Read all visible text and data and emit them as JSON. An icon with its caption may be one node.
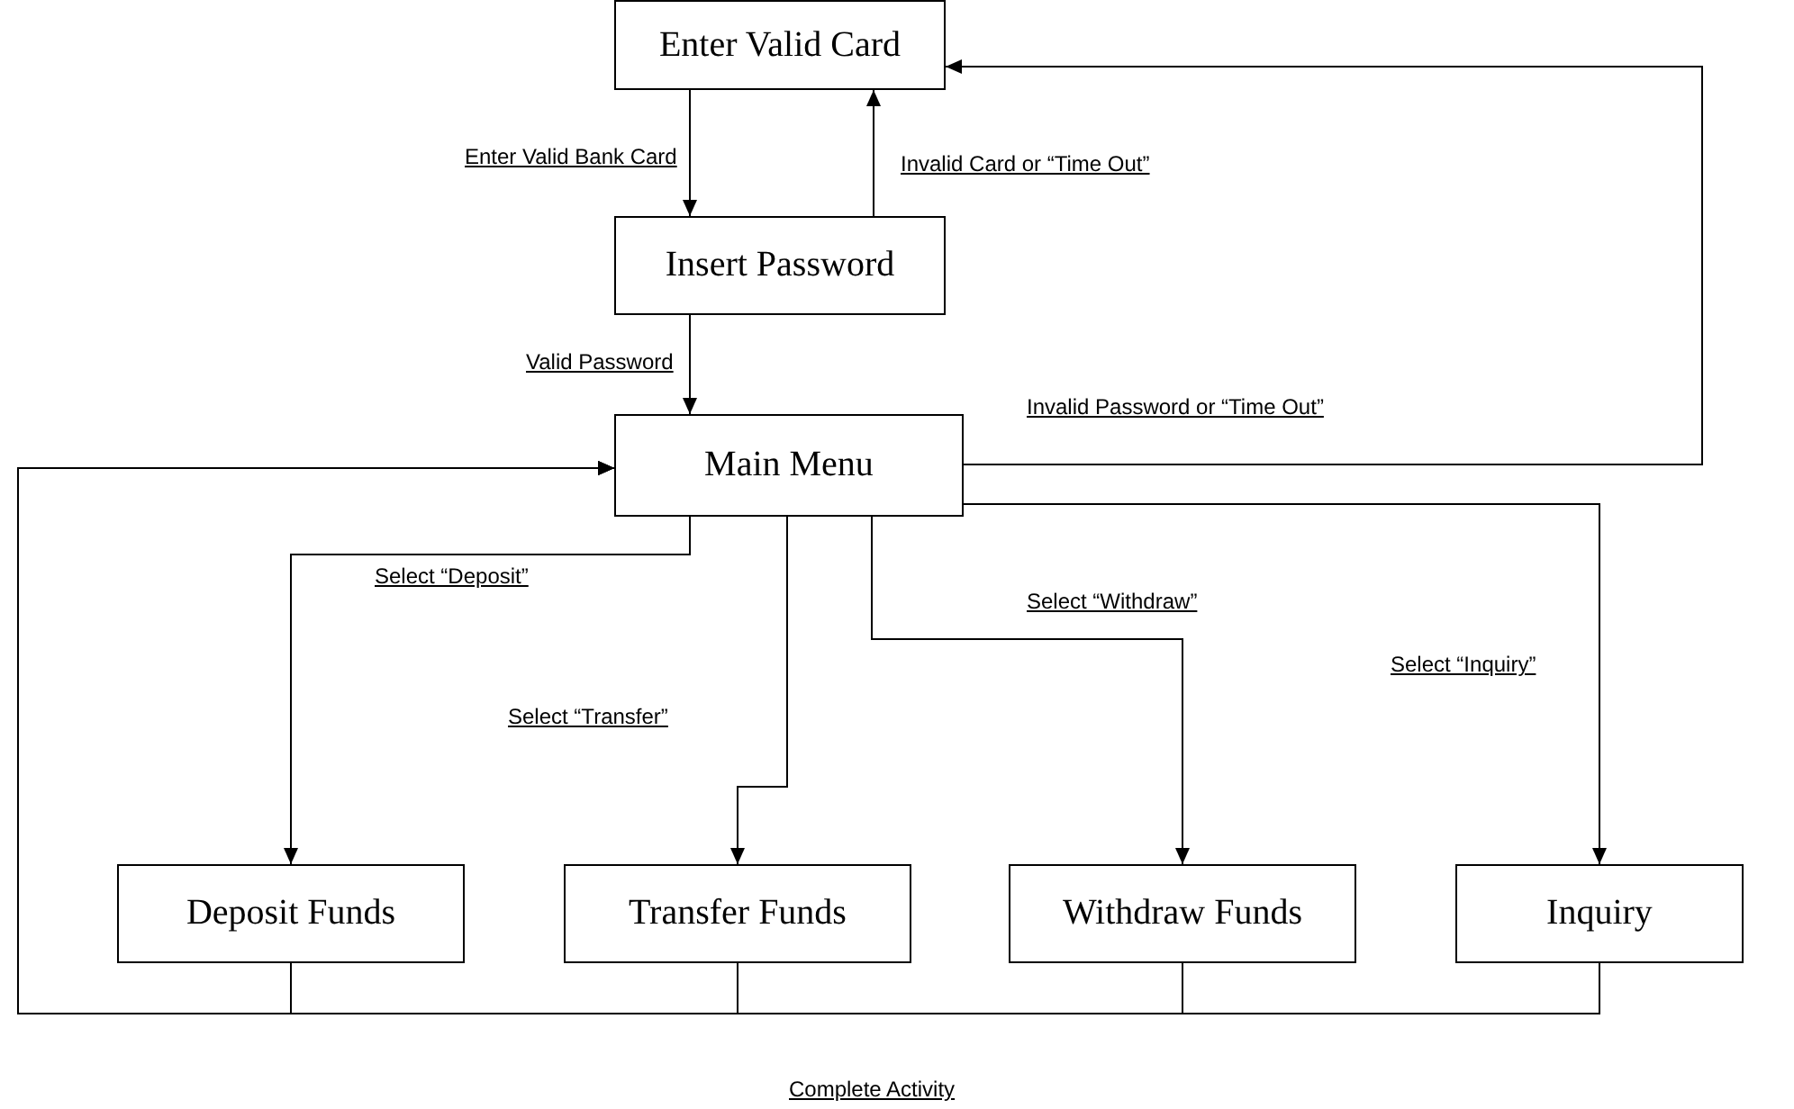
{
  "diagram": {
    "nodes": [
      {
        "text": [
          "Enter Valid Card"
        ]
      },
      {
        "text": [
          "Insert Password"
        ]
      },
      {
        "text": [
          "Main Menu"
        ]
      },
      {
        "text": [
          "Deposit Funds"
        ]
      },
      {
        "text": [
          "Transfer Funds"
        ]
      },
      {
        "text": [
          "Withdraw Funds"
        ]
      },
      {
        "text": [
          "Inquiry"
        ]
      }
    ],
    "edges": [
      {
        "from": 0,
        "to": 1,
        "arrow": "to",
        "label": "Enter Valid Bank Card"
      },
      {
        "from": 1,
        "to": 0,
        "arrow": "to",
        "label": "Invalid Card or “Time Out”"
      },
      {
        "from": 1,
        "to": 2,
        "arrow": "to",
        "label": "Valid Password"
      },
      {
        "from": 2,
        "to": 0,
        "arrow": "to",
        "label": "Invalid Password or “Time Out”"
      },
      {
        "from": 2,
        "to": 3,
        "arrow": "to",
        "label": "Select “Deposit”"
      },
      {
        "from": 2,
        "to": 4,
        "arrow": "to",
        "label": "Select “Transfer”"
      },
      {
        "from": 2,
        "to": 5,
        "arrow": "to",
        "label": "Select “Withdraw”"
      },
      {
        "from": 2,
        "to": 6,
        "arrow": "to",
        "label": "Select “Inquiry”"
      },
      {
        "from": 3,
        "to": 2,
        "arrow": "to"
      },
      {
        "from": 4,
        "to": 2,
        "arrow": "to"
      },
      {
        "from": 5,
        "to": 2,
        "arrow": "to"
      },
      {
        "from": 6,
        "to": 2,
        "arrow": "to"
      }
    ],
    "labels": [
      "Complete Activity"
    ]
  }
}
